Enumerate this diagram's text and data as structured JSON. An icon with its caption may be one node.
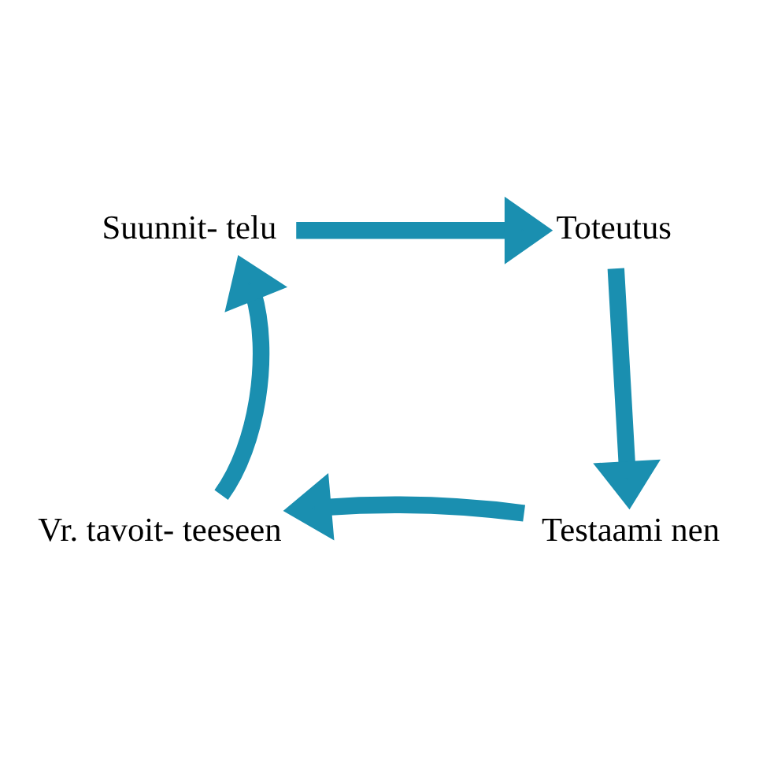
{
  "diagram": {
    "nodes": [
      {
        "text": [
          "Suunnit- telu"
        ]
      },
      {
        "text": [
          "Toteutus"
        ]
      },
      {
        "text": [
          "Testaami nen"
        ]
      },
      {
        "text": [
          "Vr. tavoit- teeseen"
        ]
      }
    ],
    "edges": [
      {
        "from": 0,
        "to": 1,
        "arrow": "to"
      },
      {
        "from": 1,
        "to": 2,
        "arrow": "to"
      },
      {
        "from": 2,
        "to": 3,
        "arrow": "to"
      },
      {
        "from": 3,
        "to": 0,
        "arrow": "to"
      }
    ]
  }
}
